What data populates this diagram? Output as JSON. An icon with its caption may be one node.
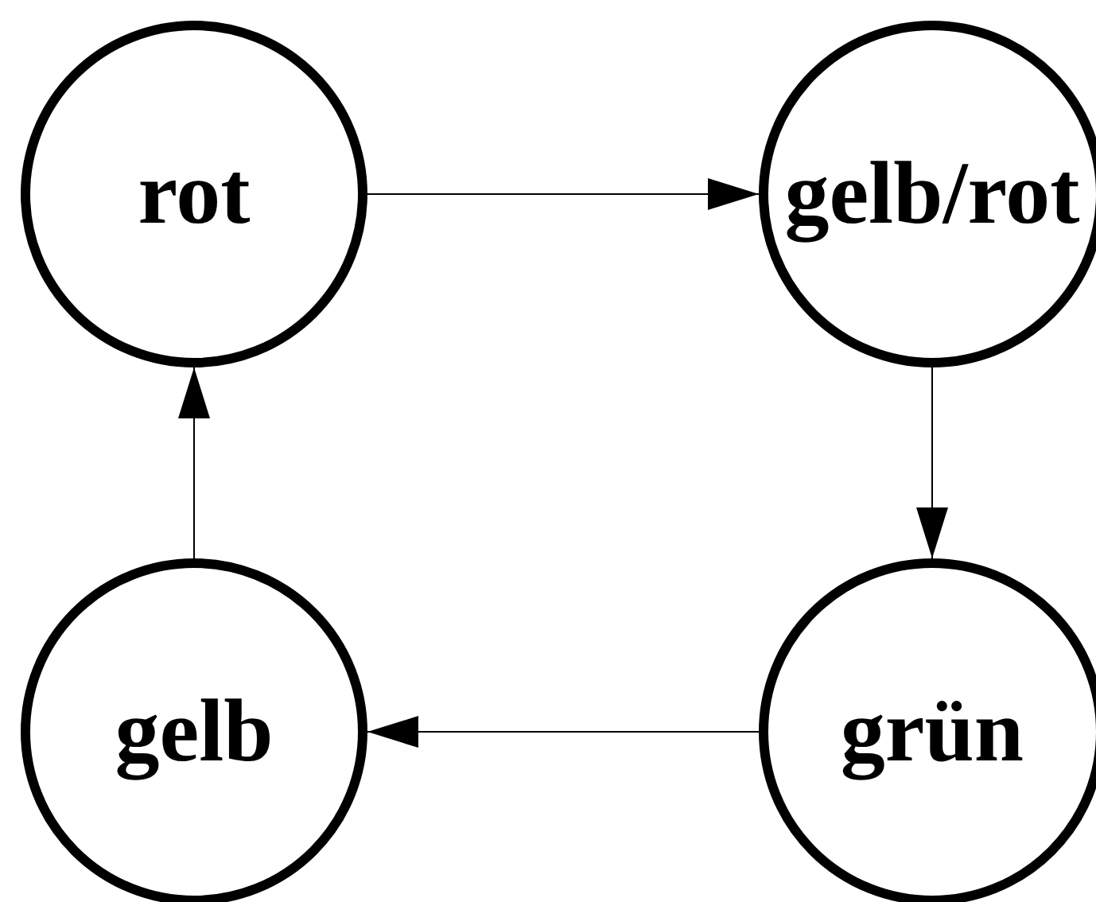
{
  "diagram": {
    "nodes": [
      {
        "text": [
          "rot"
        ]
      },
      {
        "text": [
          "gelb/rot"
        ]
      },
      {
        "text": [
          "gelb"
        ]
      },
      {
        "text": [
          "grün"
        ]
      }
    ],
    "edges": [
      {
        "from": 0,
        "to": 1,
        "arrow": "to"
      },
      {
        "from": 1,
        "to": 3,
        "arrow": "to"
      },
      {
        "from": 3,
        "to": 2,
        "arrow": "to"
      },
      {
        "from": 2,
        "to": 0,
        "arrow": "to"
      }
    ]
  }
}
